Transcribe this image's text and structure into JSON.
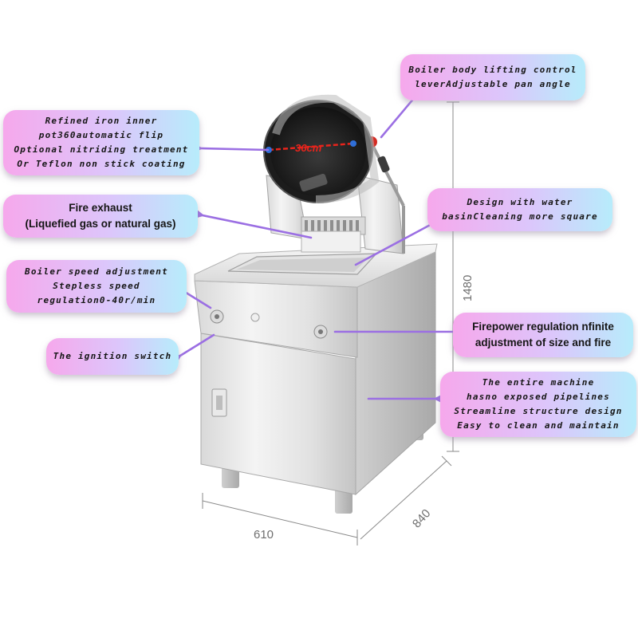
{
  "callouts": {
    "lifting_control": [
      "Boiler body lifting control",
      "leverAdjustable pan angle"
    ],
    "inner_pot": [
      "Refined iron inner",
      "pot360automatic flip",
      "Optional nitriding treatment",
      "Or Teflon non stick coating"
    ],
    "fire_exhaust": [
      "Fire exhaust",
      "(Liquefied gas or natural gas)"
    ],
    "water_basin": [
      "Design with water",
      "basinCleaning more square"
    ],
    "speed_adjust": [
      "Boiler speed adjustment",
      "Stepless speed",
      "regulation0-40r/min"
    ],
    "firepower": [
      "Firepower regulation nfinite",
      "adjustment of size and fire"
    ],
    "ignition": [
      "The ignition switch"
    ],
    "entire_machine": [
      "The entire machine",
      "hasno exposed pipelines",
      "Streamline structure design",
      "Easy to clean and maintain"
    ]
  },
  "pot_diameter_label": "36cm",
  "dimensions": {
    "height": "1480",
    "width": "610",
    "depth": "840"
  },
  "colors": {
    "arrow": "#9b6fe3",
    "pot_marker": "#e8241c",
    "dot_blue": "#2f6fd8",
    "steel_light": "#eeeeee",
    "steel_dark": "#bdbdbd"
  },
  "icons": [
    "arrow-icon",
    "knob-icon"
  ]
}
